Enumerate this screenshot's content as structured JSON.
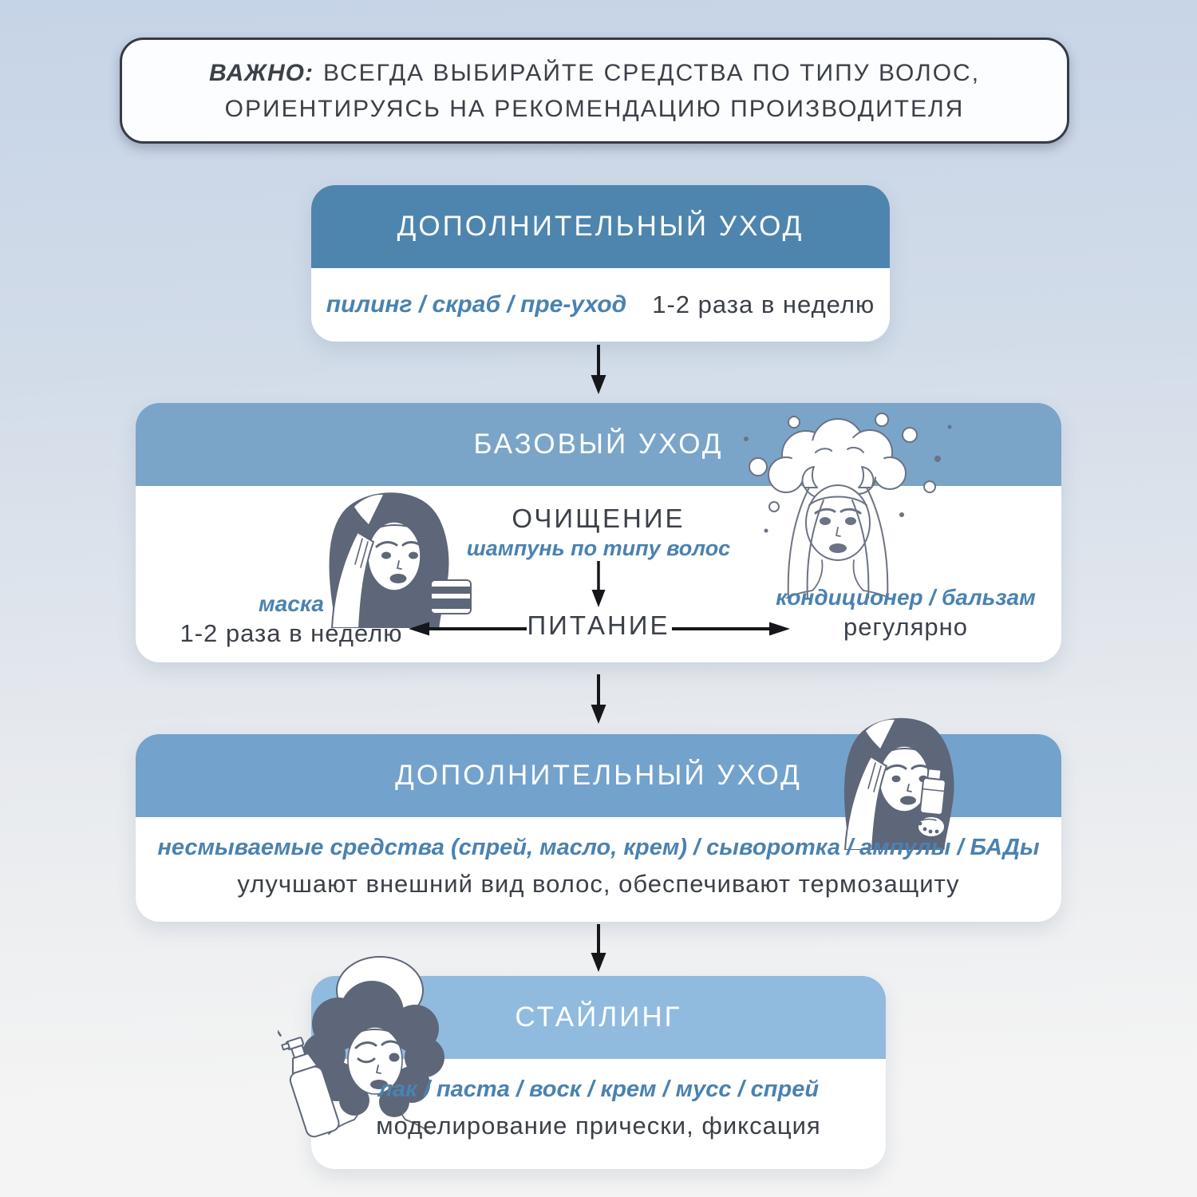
{
  "note": {
    "prefix": "ВАЖНО:",
    "line1": "ВСЕГДА ВЫБИРАЙТЕ СРЕДСТВА ПО ТИПУ ВОЛОС,",
    "line2": "ОРИЕНТИРУЯСЬ НА РЕКОМЕНДАЦИЮ ПРОИЗВОДИТЕЛЯ"
  },
  "blocks": {
    "pre": {
      "title": "ДОПОЛНИТЕЛЬНЫЙ УХОД",
      "products": "пилинг / скраб / пре-уход",
      "frequency": "1-2 раза в неделю"
    },
    "base": {
      "title": "БАЗОВЫЙ УХОД",
      "cleansing_label": "ОЧИЩЕНИЕ",
      "cleansing_products": "шампунь по типу волос",
      "nutrition_label": "ПИТАНИЕ",
      "mask_products": "маска",
      "mask_frequency": "1-2 раза в неделю",
      "conditioner_products": "кондиционер / бальзам",
      "conditioner_frequency": "регулярно"
    },
    "additional": {
      "title": "ДОПОЛНИТЕЛЬНЫЙ УХОД",
      "products": "несмываемые средства (спрей, масло, крем) / сыворотка / ампулы / БАДы",
      "description": "улучшают внешний вид волос, обеспечивают термозащиту"
    },
    "styling": {
      "title": "СТАЙЛИНГ",
      "products": "лак / паста / воск / крем / мусс / спрей",
      "description": "моделирование прически, фиксация"
    }
  },
  "colors": {
    "background_top": "#c6d4e7",
    "background_bottom": "#f4f4f4",
    "header_block1": "#4e85ae",
    "header_block2": "#7aa5c8",
    "header_block3": "#73a2cc",
    "header_block4": "#90bbdf",
    "accent_text_blue": "#4a82b0",
    "dark_text": "#3b4049",
    "note_border": "#363b45",
    "illustration_slate": "#5e6679",
    "arrow_black": "#15171b"
  },
  "icons": {
    "flow_arrow_down": "↓",
    "nutrition_arrow_left": "←",
    "nutrition_arrow_right": "→"
  },
  "illustrations": {
    "base_care_left": "woman applying hair mask",
    "base_care_jar": "jar of hair mask",
    "base_care_right": "woman washing hair with foam",
    "additional_care": "woman applying leave-in product",
    "styling": "woman with curly hair and spray bottle"
  }
}
